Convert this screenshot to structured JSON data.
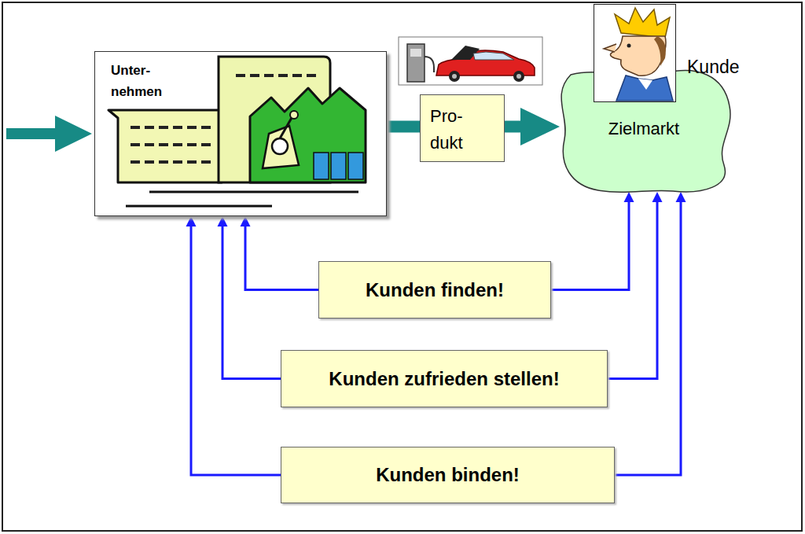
{
  "diagram": {
    "nodes": [
      {
        "text": [
          "Unter- nehmen"
        ]
      },
      {
        "text": [
          "Pro- dukt"
        ]
      },
      {
        "text": [
          "Kunde"
        ]
      },
      {
        "text": [
          "Zielmarkt"
        ]
      },
      {
        "text": [
          "Kunden finden!"
        ]
      },
      {
        "text": [
          "Kunden zufrieden stellen!"
        ]
      },
      {
        "text": [
          "Kunden binden!"
        ]
      }
    ],
    "edges": [
      {
        "from": 0,
        "to": 1,
        "arrow": "none"
      },
      {
        "from": 1,
        "to": 3,
        "arrow": "to"
      },
      {
        "from": 4,
        "to": 0,
        "arrow": "to"
      },
      {
        "from": 4,
        "to": 3,
        "arrow": "to"
      },
      {
        "from": 5,
        "to": 0,
        "arrow": "to"
      },
      {
        "from": 5,
        "to": 3,
        "arrow": "to"
      },
      {
        "from": 6,
        "to": 0,
        "arrow": "to"
      },
      {
        "from": 6,
        "to": 3,
        "arrow": "to"
      }
    ]
  }
}
